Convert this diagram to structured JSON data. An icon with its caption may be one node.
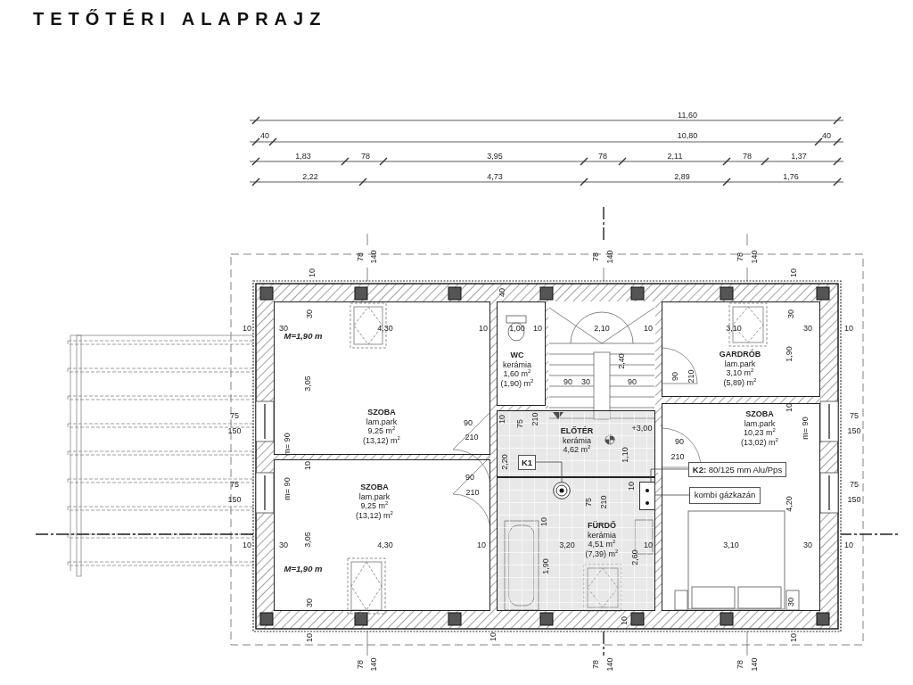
{
  "diagram": {
    "title": "TETŐTÉRI ALAPRAJZ",
    "nodes": [
      {
        "text": [
          "WC",
          "kerámia",
          "1,60 m$^{2}$",
          "(1,90) m$^{2}$"
        ]
      },
      {
        "text": [
          "GARDRÓB",
          "lam.park",
          "3,10 m$^{2}$",
          "(5,89) m$^{2}$"
        ]
      },
      {
        "text": [
          "SZOBA",
          "lam.park",
          "9,25 m$^{2}$",
          "(13,12) m$^{2}$"
        ]
      },
      {
        "text": [
          "SZOBA",
          "lam.park",
          "10,23 m$^{2}$",
          "(13,02) m$^{2}$"
        ]
      },
      {
        "text": [
          "ELŐTÉR",
          "kerámia",
          "4,62 m$^{2}$"
        ]
      },
      {
        "text": [
          "K1"
        ],
        "in": 4
      },
      {
        "text": [
          "**K2:** 80/125 mm Alu/Pps"
        ],
        "in": 3
      },
      {
        "text": [
          "kombi gázkazán"
        ],
        "in": 3
      },
      {
        "text": [
          "SZOBA",
          "lam.park",
          "9,25 m$^{2}$",
          "(13,12) m$^{2}$"
        ]
      },
      {
        "text": [
          "FÜRDŐ",
          "kerámia",
          "4,51 m$^{2}$",
          "(7,39) m$^{2}$"
        ]
      },
      {
        "text": [],
        "shape": "circle",
        "in": 9
      },
      {
        "text": [],
        "shape": "box",
        "in": 9
      }
    ],
    "edges": [
      {
        "from": 5,
        "to": 10,
        "arrow": "none"
      },
      {
        "from": 6,
        "to": 11,
        "arrow": "none"
      },
      {
        "from": 7,
        "to": 11,
        "arrow": "none"
      }
    ],
    "labels": [
      "11,60",
      "40",
      "10,80",
      "40",
      "1,83",
      "78",
      "3,95",
      "78",
      "2,11",
      "78",
      "1,37",
      "2,22",
      "4,73",
      "2,89",
      "1,76",
      "78",
      "140",
      "78",
      "140",
      "78",
      "140",
      "10",
      "40",
      "10",
      "30",
      "30",
      "10",
      "30",
      "4,30",
      "10",
      "1,00",
      "10",
      "2,10",
      "10",
      "3,10",
      "30",
      "10",
      "M=1,90 m",
      "1,90",
      "2,40",
      "3,05",
      "90",
      "210",
      "90",
      "30",
      "90",
      "10",
      "10",
      "75",
      "150",
      "75",
      "150",
      "90",
      "210",
      "75",
      "210",
      "+3,00",
      "m= 90",
      "m= 90",
      "90",
      "1,10",
      "210",
      "2,20",
      "10",
      "90",
      "75",
      "150",
      "75",
      "150",
      "m= 90",
      "210",
      "10",
      "75",
      "210",
      "4,20",
      "10",
      "3,05",
      "10",
      "30",
      "4,30",
      "10",
      "3,20",
      "10",
      "3,10",
      "30",
      "10",
      "2,60",
      "1,90",
      "M=1,90 m",
      "30",
      "30",
      "10",
      "10",
      "10",
      "10",
      "78",
      "140",
      "78",
      "140",
      "78",
      "140"
    ]
  }
}
